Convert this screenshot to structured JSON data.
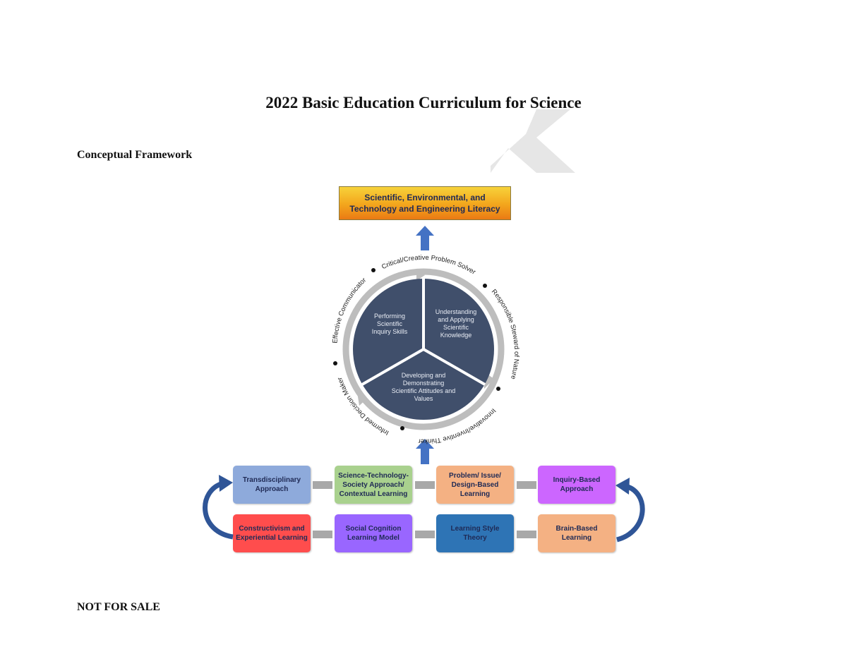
{
  "document": {
    "title": "2022 Basic Education Curriculum for Science",
    "section_heading": "Conceptual Framework",
    "footer_note": "NOT FOR SALE"
  },
  "goal": {
    "line1": "Scientific, Environmental, and",
    "line2": "Technology and Engineering Literacy"
  },
  "core_domains": {
    "performing": [
      "Performing",
      "Scientific",
      "Inquiry Skills"
    ],
    "understanding": [
      "Understanding",
      "and Applying",
      "Scientific",
      "Knowledge"
    ],
    "developing": [
      "Developing and",
      "Demonstrating",
      "Scientific Attitudes and",
      "Values"
    ]
  },
  "outcomes": {
    "problem_solver": "Critical/Creative Problem Solver",
    "steward": "Responsible Steward of Nature",
    "innovative": "Innovative/Inventive Thinker",
    "decision_maker": "Informed Decision Maker",
    "communicator": "Effective Communicator"
  },
  "approaches": {
    "top": [
      {
        "label": "Transdisciplinary Approach",
        "color": "#8eaadb",
        "text_color": "#1f2a55"
      },
      {
        "label": "Science-Technology-Society Approach/ Contextual Learning",
        "color": "#a9d18e",
        "text_color": "#1f2a55"
      },
      {
        "label": "Problem/ Issue/ Design-Based Learning",
        "color": "#f4b183",
        "text_color": "#1f2a55"
      },
      {
        "label": "Inquiry-Based Approach",
        "color": "#cc66ff",
        "text_color": "#1f2a55"
      }
    ],
    "bottom": [
      {
        "label": "Constructivism and Experiential Learning",
        "color": "#ff4d4d",
        "text_color": "#1f2a55"
      },
      {
        "label": "Social Cognition Learning Model",
        "color": "#9966ff",
        "text_color": "#1f2a55"
      },
      {
        "label": "Learning Style Theory",
        "color": "#2e74b5",
        "text_color": "#1f2a55"
      },
      {
        "label": "Brain-Based Learning",
        "color": "#f4b183",
        "text_color": "#1f2a55"
      }
    ]
  },
  "colors": {
    "core_fill": "#404f6b",
    "ring": "#bdbdbd",
    "arrow_blue": "#4472c4"
  }
}
